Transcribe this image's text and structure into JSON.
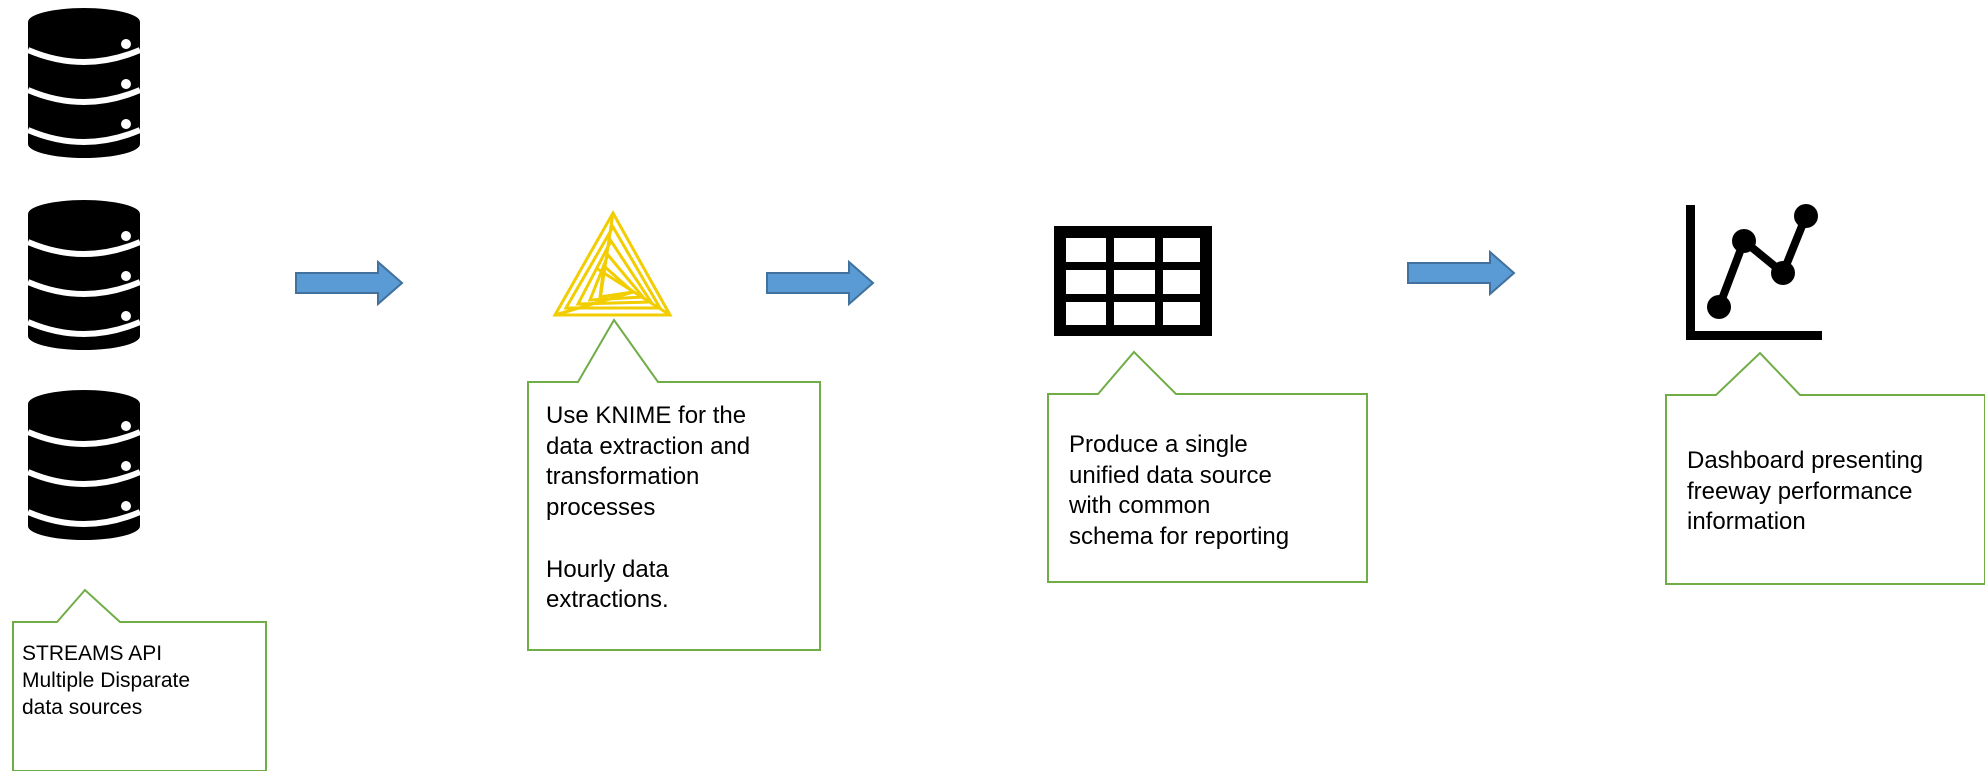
{
  "colors": {
    "callout_border": "#70ad47",
    "arrow_fill": "#5b9bd5",
    "arrow_stroke": "#41719c",
    "icon_black": "#000000",
    "knime_yellow": "#f2cd00"
  },
  "icons": {
    "sources": "database-icon",
    "etl": "knime-logo-icon",
    "store": "table-grid-icon",
    "dashboard": "line-chart-icon"
  },
  "callouts": {
    "sources": "STREAMS API\nMultiple Disparate\ndata sources",
    "knime": "Use KNIME for the\ndata extraction and\ntransformation\nprocesses\n\nHourly data\nextractions.",
    "unified": "Produce a single\nunified data source\nwith common\nschema for reporting",
    "dashboard": "Dashboard presenting\nfreeway performance\ninformation"
  }
}
